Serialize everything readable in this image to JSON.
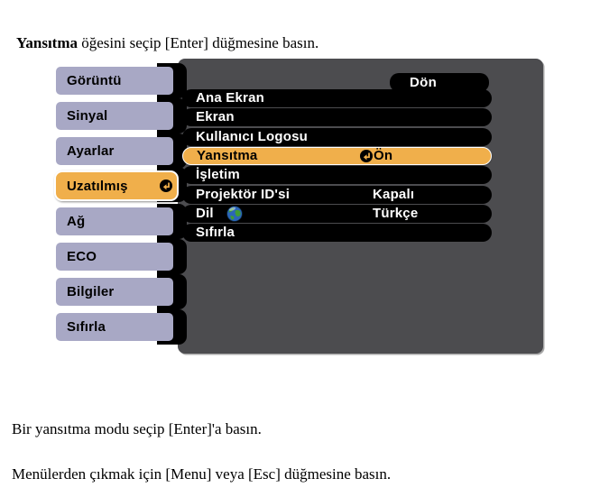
{
  "instructions": {
    "top_bold": "Yansıtma",
    "top_rest": " öğesini seçip [Enter] düğmesine basın.",
    "middle": "Bir yansıtma modu seçip [Enter]'a basın.",
    "bottom": "Menülerden çıkmak için [Menu] veya [Esc] düğmesine basın."
  },
  "osd": {
    "colors": {
      "highlight_orange": "#F0AF4B",
      "sidebar_lavender": "#A8A8C5",
      "panel_gray": "#4C4C4F",
      "row_black": "#000000",
      "row_text": "#FFFFFF",
      "globe_blue": "#2B66B8",
      "globe_green": "#3F9C35"
    },
    "return_button": {
      "label": "Dön"
    },
    "sidebar": {
      "items": [
        {
          "label": "Görüntü",
          "selected": false
        },
        {
          "label": "Sinyal",
          "selected": false
        },
        {
          "label": "Ayarlar",
          "selected": false
        },
        {
          "label": "Uzatılmış",
          "selected": true,
          "icon": "enter-icon"
        },
        {
          "label": "Ağ",
          "selected": false
        },
        {
          "label": "ECO",
          "selected": false
        },
        {
          "label": "Bilgiler",
          "selected": false
        },
        {
          "label": "Sıfırla",
          "selected": false
        }
      ]
    },
    "menu": {
      "rows": [
        {
          "label": "Ana Ekran",
          "value": "",
          "selected": false
        },
        {
          "label": "Ekran",
          "value": "",
          "selected": false
        },
        {
          "label": "Kullanıcı Logosu",
          "value": "",
          "selected": false
        },
        {
          "label": "Yansıtma",
          "value": "Ön",
          "selected": true,
          "value_icon": "enter-icon"
        },
        {
          "label": "İşletim",
          "value": "",
          "selected": false
        },
        {
          "label": "Projektör ID'si",
          "value": "Kapalı",
          "selected": false
        },
        {
          "label": "Dil",
          "label_icon": "globe-icon",
          "value": "Türkçe",
          "selected": false
        },
        {
          "label": "Sıfırla",
          "value": "",
          "selected": false
        }
      ]
    }
  }
}
